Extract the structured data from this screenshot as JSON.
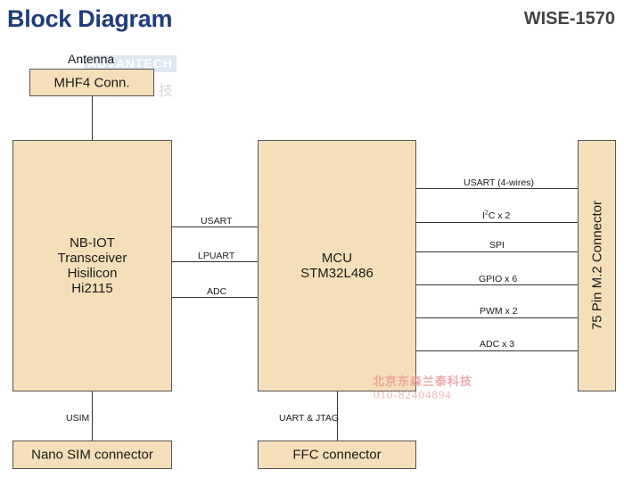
{
  "header": {
    "title": "Block Diagram",
    "model": "WISE-1570"
  },
  "watermarks": {
    "logo": "ADVANTECH",
    "logo_cn": "研華科技",
    "red_line1": "北京东森兰泰科技",
    "red_line2": "010-82404894"
  },
  "antenna": {
    "caption": "Antenna",
    "label": "MHF4 Conn."
  },
  "nbiot": {
    "lines": [
      "NB-IOT",
      "Transceiver",
      "Hisilicon",
      "Hi2115"
    ]
  },
  "mcu": {
    "lines": [
      "MCU",
      "STM32L486"
    ]
  },
  "m2": {
    "label": "75 Pin M.2 Connector"
  },
  "sim": {
    "label": "Nano SIM connector",
    "link_label": "USIM"
  },
  "ffc": {
    "label": "FFC connector",
    "link_label": "UART & JTAG"
  },
  "nbiot_mcu_links": [
    "USART",
    "LPUART",
    "ADC"
  ],
  "mcu_m2_links": [
    {
      "pre": "USART (4-wires)",
      "sup": "",
      "post": ""
    },
    {
      "pre": "I",
      "sup": "2",
      "post": "C x 2"
    },
    {
      "pre": "SPI",
      "sup": "",
      "post": ""
    },
    {
      "pre": "GPIO x 6",
      "sup": "",
      "post": ""
    },
    {
      "pre": "PWM x 2",
      "sup": "",
      "post": ""
    },
    {
      "pre": "ADC x 3",
      "sup": "",
      "post": ""
    }
  ]
}
